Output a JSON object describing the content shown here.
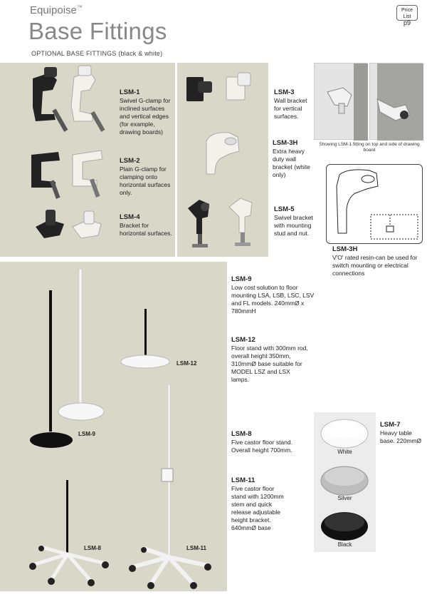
{
  "header": {
    "brand": "Equipoise",
    "tm": "™",
    "title": "Base Fittings",
    "subtitle": "OPTIONAL BASE FITTINGS (black & white)",
    "price_list": "Price List",
    "page": "p9"
  },
  "products": {
    "lsm1": {
      "code": "LSM-1",
      "desc": "Swivel G-clamp for inclined surfaces and vertical edges (for example, drawing boards)"
    },
    "lsm2": {
      "code": "LSM-2",
      "desc": "Plain G-clamp for clamping onto horizontal surfaces only."
    },
    "lsm4": {
      "code": "LSM-4",
      "desc": "Bracket for horizontal surfaces."
    },
    "lsm3": {
      "code": "LSM-3",
      "desc": "Wall bracket for vertical surfaces."
    },
    "lsm3h": {
      "code": "LSM-3H",
      "desc": "Extra heavy duty wall bracket (white only)"
    },
    "lsm5": {
      "code": "LSM-5",
      "desc": "Swivel bracket with mounting stud and nut."
    },
    "lsm3h_drawing": {
      "code": "LSM-3H",
      "desc": "V'O' rated resin-can be used for switch mounting or electrical connections"
    },
    "lsm9": {
      "code": "LSM-9",
      "desc": "Low cost solution to floor mounting LSA, LSB, LSC, LSV and FL models. 240mmØ x 780mmH"
    },
    "lsm12": {
      "code": "LSM-12",
      "desc": "Floor stand with 300mm rod, overall height 350mm, 310mmØ base suitable for MODEL LSZ and LSX lamps."
    },
    "lsm8": {
      "code": "LSM-8",
      "desc": "Five castor floor stand. Overall height 700mm."
    },
    "lsm11": {
      "code": "LSM-11",
      "desc": "Five castor floor stand with 1200mm stem and quick release adjustable height bracket. 640mmØ base"
    },
    "lsm7": {
      "code": "LSM-7",
      "desc": "Heavy table base. 220mmØ"
    }
  },
  "photo_caption": "Showing LSM-1 fitting on top and side of drawing board",
  "image_labels": {
    "lsm9": "LSM-9",
    "lsm12": "LSM-12",
    "lsm8": "LSM-8",
    "lsm11": "LSM-11"
  },
  "base_colors": {
    "white": "White",
    "silver": "Silver",
    "black": "Black"
  },
  "colors": {
    "panel": "#d9d7c7",
    "panel_grey": "#ececec",
    "title": "#888888"
  }
}
